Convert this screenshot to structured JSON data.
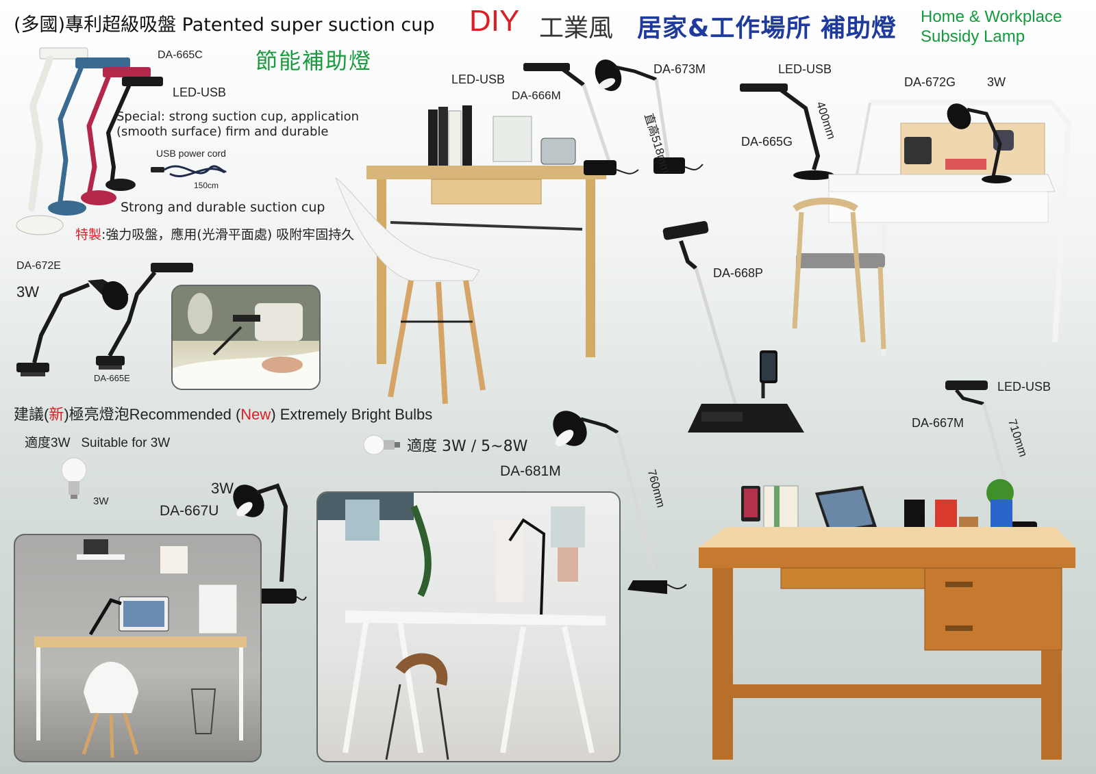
{
  "header": {
    "title_left": "(多國)專利超級吸盤 Patented super suction cup",
    "diy": "DIY",
    "industrial": "工業風",
    "title_zh": "居家&工作場所 補助燈",
    "title_en_line1": "Home & Workplace",
    "title_en_line2": "Subsidy Lamp",
    "energy_saving": "節能補助燈"
  },
  "suction_cup": {
    "model": "DA-665C",
    "led_usb": "LED-USB",
    "special_line1": "Special: strong suction cup, application",
    "special_line2": "(smooth surface) firm and durable",
    "usb_cord": "USB power cord",
    "cord_length": "150cm",
    "strong": "Strong and durable suction cup",
    "zh_note_red": "特製",
    "zh_note_rest": ":強力吸盤，應用(光滑平面處) 吸附牢固持久"
  },
  "clip_lamps": {
    "model_672e": "DA-672E",
    "watt_672e": "3W",
    "model_665e": "DA-665E"
  },
  "bulbs": {
    "rec_pre": "建議(",
    "rec_new_zh": "新",
    "rec_mid": ")極亮燈泡Recommended (",
    "rec_new_en": "New",
    "rec_post": ") Extremely Bright Bulbs",
    "suitable": "適度3W   Suitable for 3W",
    "bulb_watt": "3W",
    "range": "適度 3W / 5~8W"
  },
  "models": {
    "led_usb_666m": "LED-USB",
    "m666m": "DA-666M",
    "m673m": "DA-673M",
    "h518": "直高518mm",
    "led_usb_665g": "LED-USB",
    "h400": "400mm",
    "m665g": "DA-665G",
    "m672g": "DA-672G",
    "w672g": "3W",
    "m668p": "DA-668P",
    "m667u": "DA-667U",
    "w667u": "3W",
    "m681m": "DA-681M",
    "h760": "760mm",
    "led_usb_667m": "LED-USB",
    "m667m": "DA-667M",
    "h710": "710mm"
  },
  "colors": {
    "red": "#d81f26",
    "blue": "#1d3a9c",
    "green": "#139a3c",
    "lamp_black": "#1a1a1a"
  }
}
